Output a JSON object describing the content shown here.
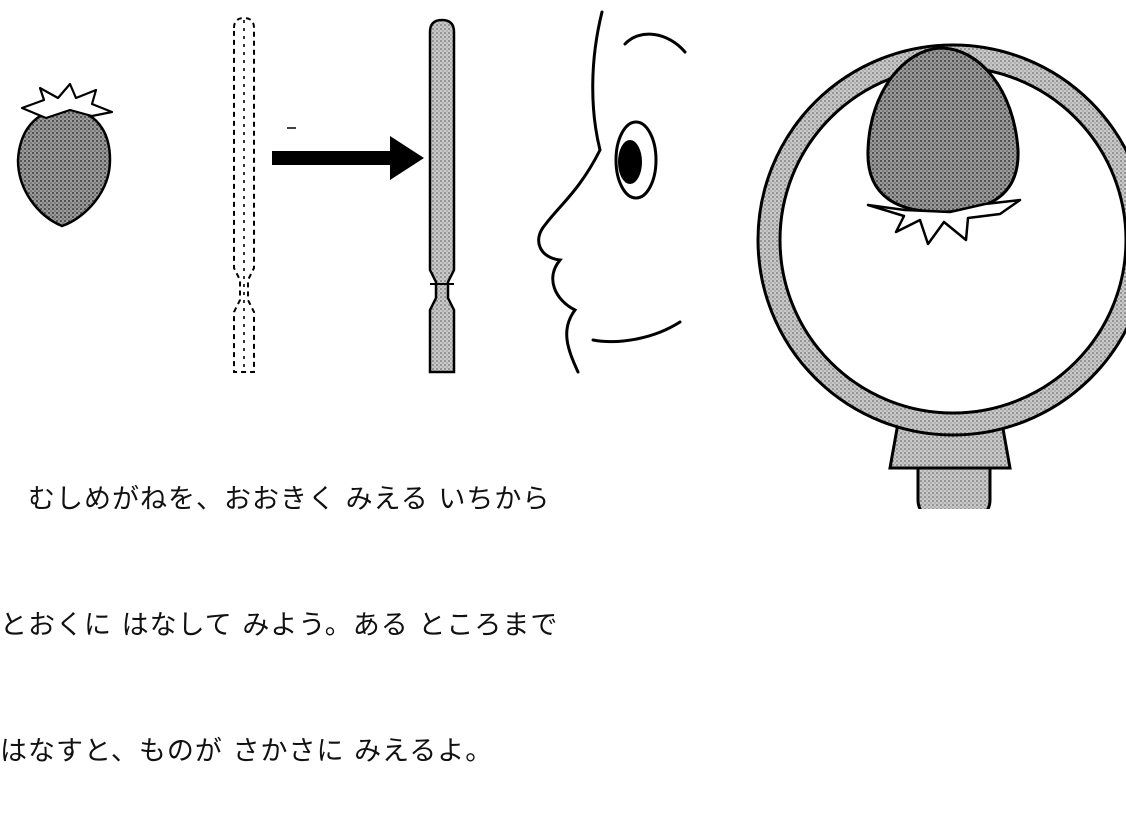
{
  "caption": {
    "lines": [
      "　むしめがねを、おおきく みえる いちから",
      "とおくに はなして みよう。ある ところまで",
      "はなすと、ものが さかさに みえるよ。"
    ]
  },
  "icons": {
    "strawberry": "strawberry-icon",
    "dashed_lens_handle": "dashed-magnifier-handle",
    "solid_lens_handle": "solid-magnifier-handle",
    "arrow": "arrow-right-icon",
    "face": "face-profile-icon",
    "magnifier": "magnifying-glass-icon",
    "inverted_strawberry": "inverted-strawberry-icon"
  },
  "colors": {
    "ink": "#000000",
    "stipple": "#b0b0b0",
    "dark_stipple": "#8a8a8a",
    "paper": "#ffffff"
  }
}
